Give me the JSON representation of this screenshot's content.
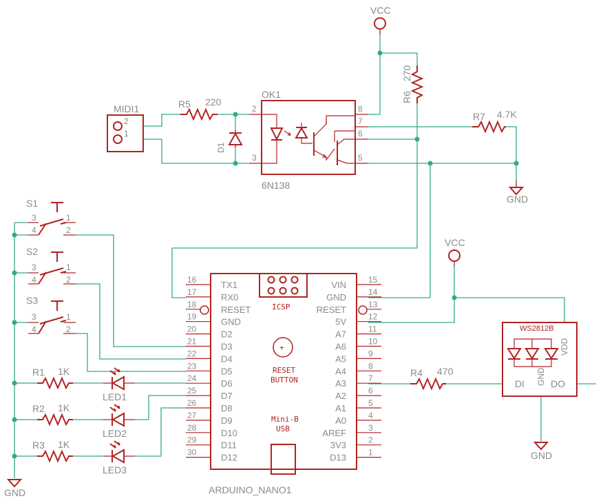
{
  "supply": {
    "vcc_label": "VCC",
    "gnd_label": "GND"
  },
  "midi": {
    "connector_name": "MIDI1",
    "pin_2": "2",
    "pin_1": "1"
  },
  "r5": {
    "name": "R5",
    "value": "220"
  },
  "d1": {
    "name": "D1"
  },
  "ok1": {
    "name": "OK1",
    "part": "6N138",
    "pin_2": "2",
    "pin_3": "3",
    "pin_8": "8",
    "pin_7": "7",
    "pin_6": "6",
    "pin_5": "5"
  },
  "r6": {
    "name": "R6",
    "value": "270"
  },
  "r7": {
    "name": "R7",
    "value": "4.7K"
  },
  "switches": [
    {
      "name": "S1",
      "p3": "3",
      "p1": "1",
      "p4": "4",
      "p2": "2"
    },
    {
      "name": "S2",
      "p3": "3",
      "p1": "1",
      "p4": "4",
      "p2": "2"
    },
    {
      "name": "S3",
      "p3": "3",
      "p1": "1",
      "p4": "4",
      "p2": "2"
    }
  ],
  "resistors_led": [
    {
      "name": "R1",
      "value": "1K"
    },
    {
      "name": "R2",
      "value": "1K"
    },
    {
      "name": "R3",
      "value": "1K"
    }
  ],
  "leds": [
    "LED1",
    "LED2",
    "LED3"
  ],
  "r4": {
    "name": "R4",
    "value": "470"
  },
  "ws2812": {
    "name": "WS2812B",
    "vdd": "VDD",
    "gnd": "GND",
    "di": "DI",
    "do": "DO"
  },
  "arduino": {
    "name": "ARDUINO_NANO1",
    "icsp": "ICSP",
    "reset_button": [
      "RESET",
      "BUTTON"
    ],
    "usb": [
      "Mini-B",
      "USB"
    ],
    "left_pins": [
      {
        "num": "16",
        "name": "TX1"
      },
      {
        "num": "17",
        "name": "RX0"
      },
      {
        "num": "18",
        "name": "RESET"
      },
      {
        "num": "19",
        "name": "GND"
      },
      {
        "num": "20",
        "name": "D2"
      },
      {
        "num": "21",
        "name": "D3"
      },
      {
        "num": "22",
        "name": "D4"
      },
      {
        "num": "23",
        "name": "D5"
      },
      {
        "num": "24",
        "name": "D6"
      },
      {
        "num": "25",
        "name": "D7"
      },
      {
        "num": "26",
        "name": "D8"
      },
      {
        "num": "27",
        "name": "D9"
      },
      {
        "num": "28",
        "name": "D10"
      },
      {
        "num": "29",
        "name": "D11"
      },
      {
        "num": "30",
        "name": "D12"
      }
    ],
    "right_pins": [
      {
        "num": "15",
        "name": "VIN"
      },
      {
        "num": "14",
        "name": "GND"
      },
      {
        "num": "13",
        "name": "RESET"
      },
      {
        "num": "12",
        "name": "5V"
      },
      {
        "num": "11",
        "name": "A7"
      },
      {
        "num": "10",
        "name": "A6"
      },
      {
        "num": "9",
        "name": "A5"
      },
      {
        "num": "8",
        "name": "A4"
      },
      {
        "num": "7",
        "name": "A3"
      },
      {
        "num": "6",
        "name": "A2"
      },
      {
        "num": "5",
        "name": "A1"
      },
      {
        "num": "4",
        "name": "A0"
      },
      {
        "num": "3",
        "name": "AREF"
      },
      {
        "num": "2",
        "name": "3V3"
      },
      {
        "num": "1",
        "name": "D13"
      }
    ]
  },
  "colors": {
    "part": "#b22222",
    "net": "#33aa88",
    "label": "#8a8a8a"
  }
}
